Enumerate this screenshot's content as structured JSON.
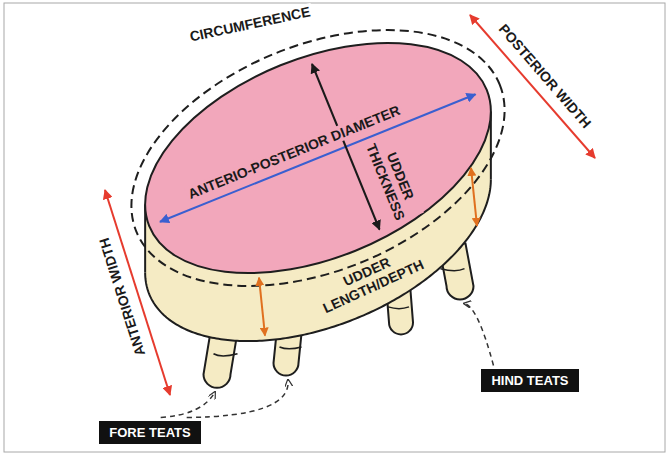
{
  "diagram": {
    "nodes": [
      {
        "text": [
          "HIND TEATS"
        ]
      },
      {
        "text": [
          "FORE TEATS"
        ]
      }
    ],
    "labels": [
      "CIRCUMFERENCE",
      "POSTERIOR WIDTH",
      "ANTERIO-POSTERIOR DIAMETER",
      "UDDER THICKNESS",
      "ANTERIOR WIDTH",
      "UDDER LENGTH/DEPTH"
    ]
  }
}
